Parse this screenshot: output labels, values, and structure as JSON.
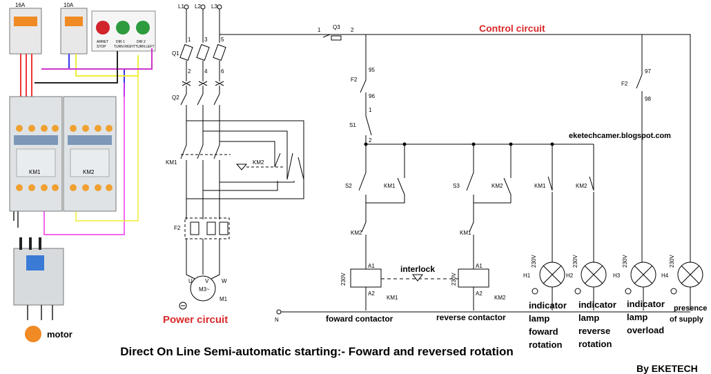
{
  "photo": {
    "breaker_labels": [
      "16A",
      "10A"
    ],
    "buttons": [
      {
        "label": "ARRET\nSTOP",
        "color": "#d1242b"
      },
      {
        "label": "DIR 1\nTURN RIGHT",
        "color": "#2e9b3f"
      },
      {
        "label": "DIR 2\nTURN LEFT",
        "color": "#2e9b3f"
      }
    ],
    "contactor_labels": [
      "KM1",
      "KM2"
    ],
    "motor_label": "motor"
  },
  "power_circuit": {
    "title": "Power circuit",
    "phase_labels": [
      "L1",
      "L2",
      "L3"
    ],
    "q1_label": "Q1",
    "q2_label": "Q2",
    "km1_label": "KM1",
    "km2_label": "KM2",
    "f2_label": "F2",
    "m1_label": "M1",
    "motor_text": "M3~",
    "terminal_top": [
      "1",
      "3",
      "5"
    ],
    "terminal_bottom": [
      "2",
      "4",
      "6"
    ],
    "motor_terminals": [
      "U",
      "V",
      "W"
    ]
  },
  "control_circuit": {
    "title": "Control circuit",
    "blog": "eketechcamer.blogspot.com",
    "q3_label": "Q3",
    "q3_terms": [
      "1",
      "2"
    ],
    "f2_label": "F2",
    "f2_terms": [
      "95",
      "96"
    ],
    "f2b_terms": [
      "97",
      "98"
    ],
    "s1_label": "S1",
    "s1_terms": [
      "1",
      "2"
    ],
    "s2_label": "S2",
    "s3_label": "S3",
    "km1_label": "KM1",
    "km2_label": "KM2",
    "coil_voltage": "230V",
    "lamp_voltage": "230V",
    "a1": "A1",
    "a2": "A2",
    "neutral": "N",
    "interlock": "interlock",
    "lamp_labels": [
      "H1",
      "H2",
      "H3",
      "H4"
    ],
    "captions": {
      "forward_contactor": "foward contactor",
      "reverse_contactor": "reverse contactor",
      "ind1": [
        "indicator",
        "lamp",
        "foward",
        "rotation"
      ],
      "ind2": [
        "indicator",
        "lamp",
        "reverse",
        "rotation"
      ],
      "ind3": [
        "indicator",
        "lamp",
        "overload"
      ],
      "ind4": [
        "presence",
        "of supply"
      ]
    }
  },
  "title": "Direct On Line Semi-automatic starting:- Foward and reversed rotation",
  "byline": "By EKETECH"
}
